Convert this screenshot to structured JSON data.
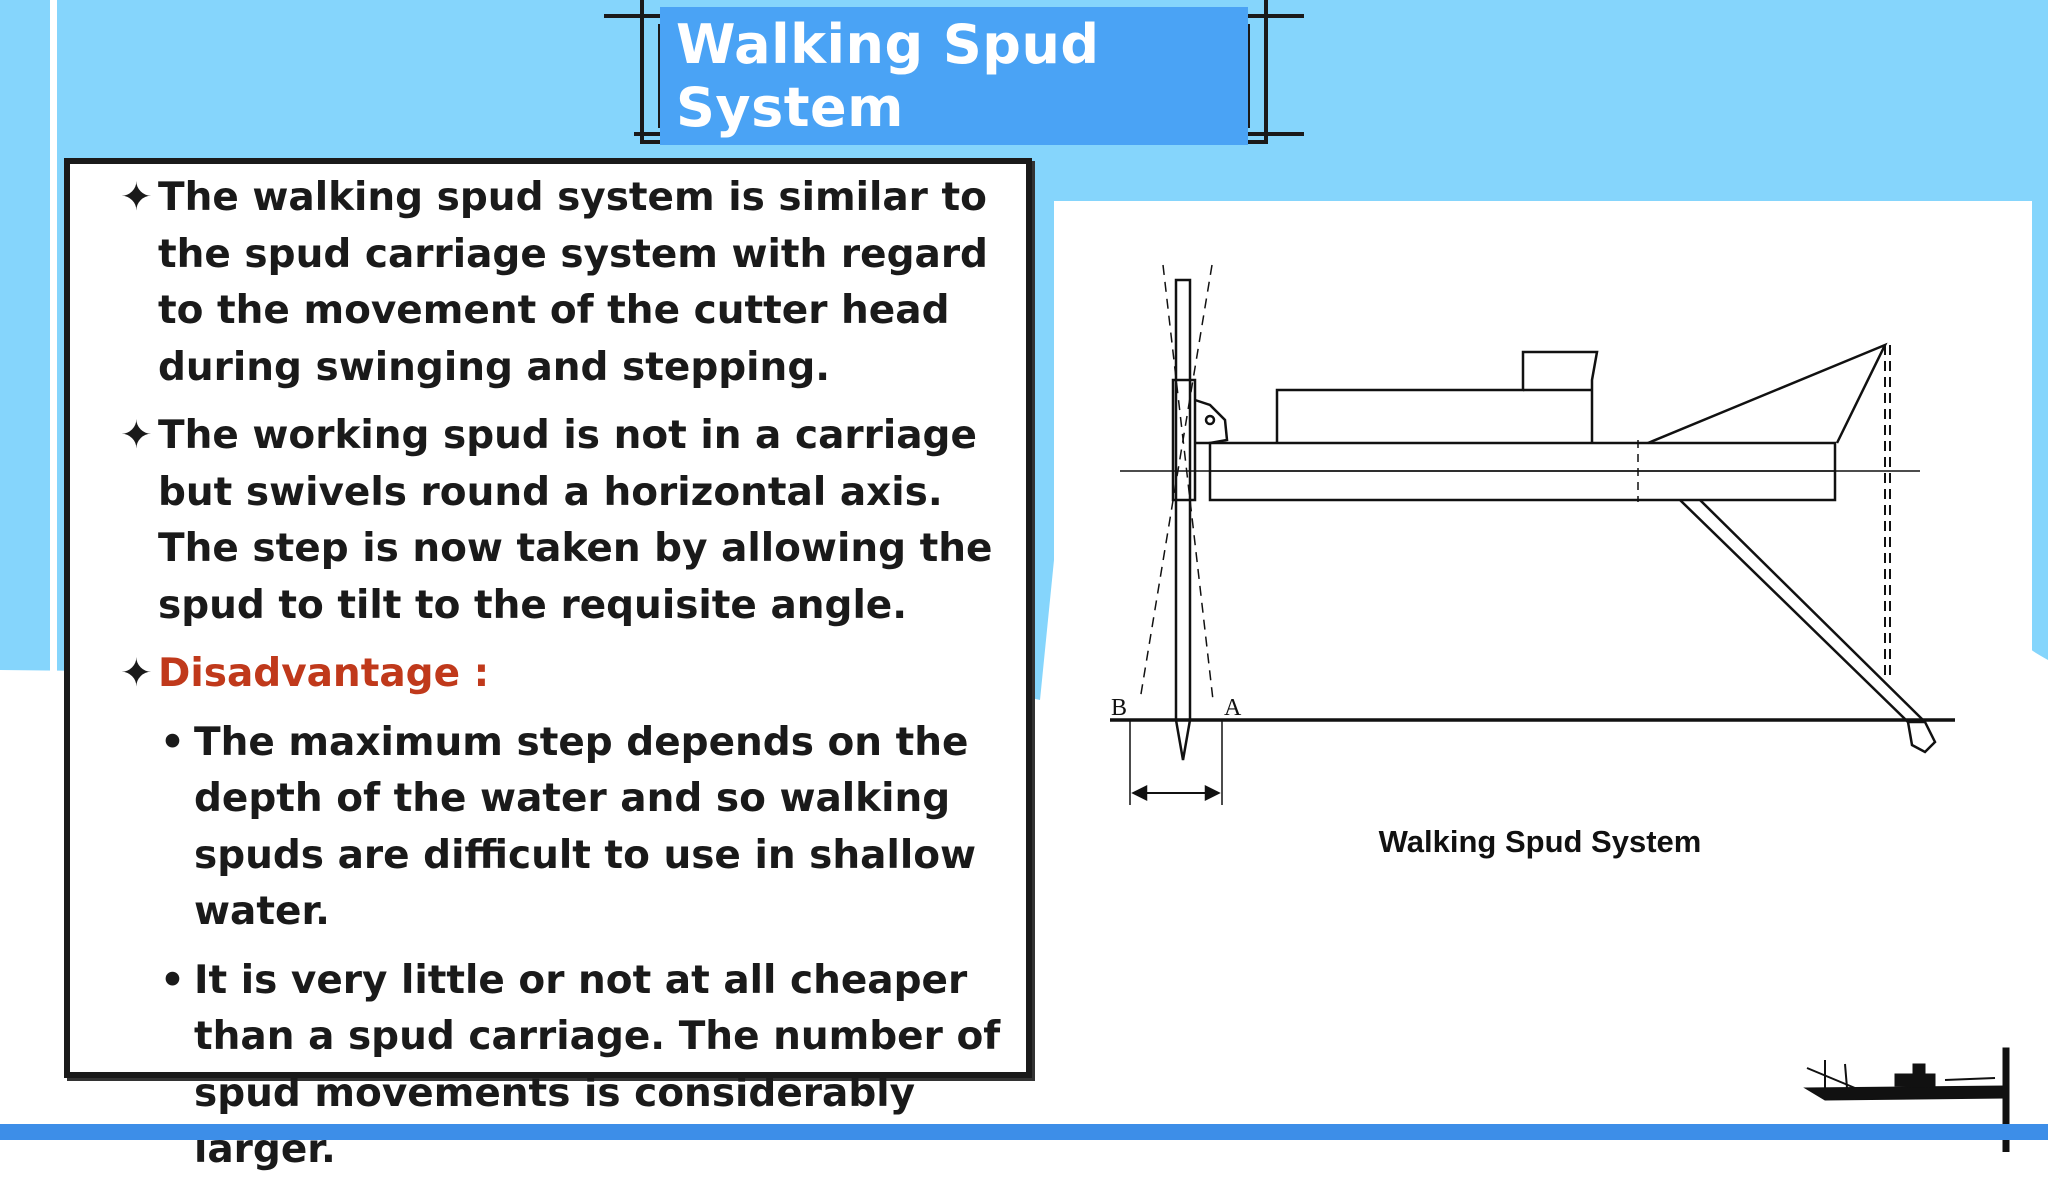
{
  "colors": {
    "sky": "#85d5fc",
    "title_pill": "#4aa3f5",
    "accent_red": "#c0391b",
    "bottom_strip": "#3d8ee8"
  },
  "slide": {
    "title": "Walking Spud System",
    "paragraphs": [
      {
        "marker": "✦",
        "text": "The walking spud system is similar to the spud carriage system with regard to the movement of the cutter head during swinging and stepping."
      },
      {
        "marker": "✦",
        "text": "The working spud is not in a carriage but swivels round a horizontal axis. The step is now taken by allowing the spud to tilt to the requisite angle."
      }
    ],
    "disadvantage": {
      "marker": "✦",
      "heading": "Disadvantage :",
      "bullets": [
        {
          "marker": "•",
          "text": "The maximum step depends on the depth of the water and so walking spuds are difficult to use in shallow water."
        },
        {
          "marker": "•",
          "text": "It is very little or not at all cheaper than a spud carriage. The number of spud movements is considerably larger."
        }
      ]
    }
  },
  "figure": {
    "label_b": "B",
    "label_a": "A",
    "caption": "Walking Spud System",
    "logo_icon": "dredger-ship-icon"
  }
}
